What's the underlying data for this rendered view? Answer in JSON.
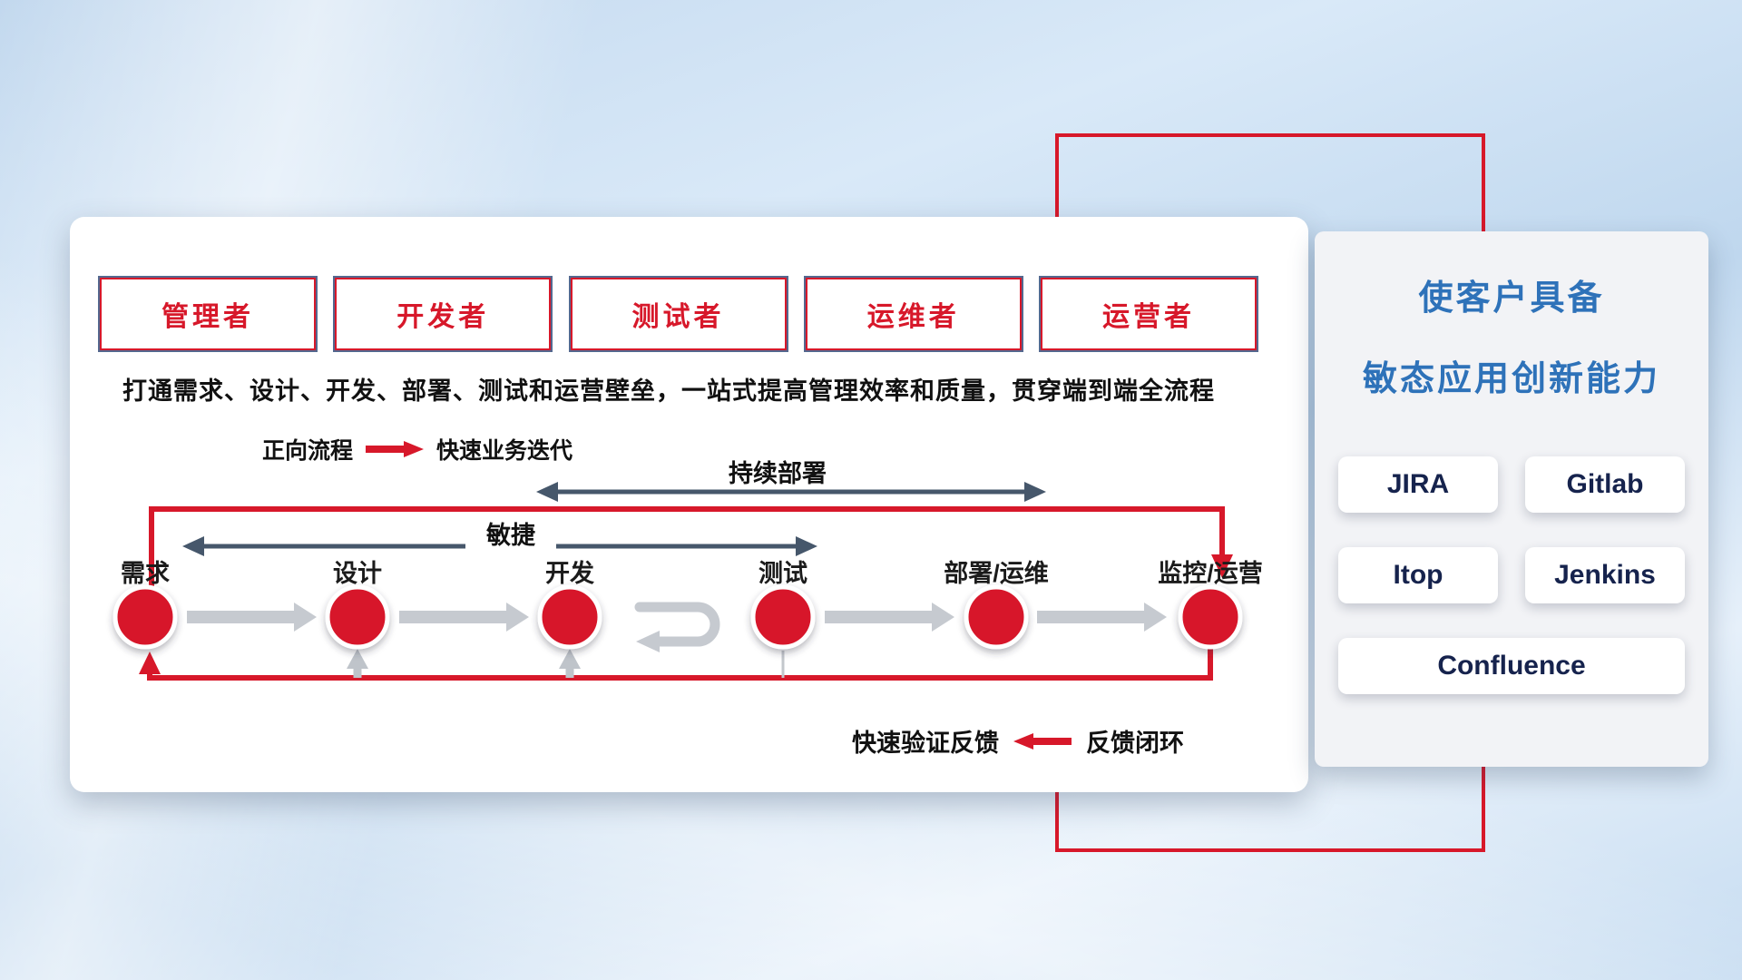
{
  "colors": {
    "accent_red": "#d7182a",
    "dark_navy_arrow": "#46576b",
    "title_blue": "#2e72b9",
    "chip_text_navy": "#16234d",
    "gray_arrow": "#c6cad0"
  },
  "roles": [
    "管理者",
    "开发者",
    "测试者",
    "运维者",
    "运营者"
  ],
  "description": "打通需求、设计、开发、部署、测试和运营壁垒，一站式提高管理效率和质量，贯穿端到端全流程",
  "forward_legend": {
    "label": "正向流程",
    "value": "快速业务迭代"
  },
  "flow_labels": {
    "continuous_deployment": "持续部署",
    "agile": "敏捷"
  },
  "nodes": [
    "需求",
    "设计",
    "开发",
    "测试",
    "部署/运维",
    "监控/运营"
  ],
  "feedback_legend": {
    "value": "快速验证反馈",
    "label": "反馈闭环"
  },
  "right_panel": {
    "title_line1": "使客户具备",
    "title_line2": "敏态应用创新能力",
    "tools": [
      "JIRA",
      "Gitlab",
      "Itop",
      "Jenkins",
      "Confluence"
    ]
  }
}
